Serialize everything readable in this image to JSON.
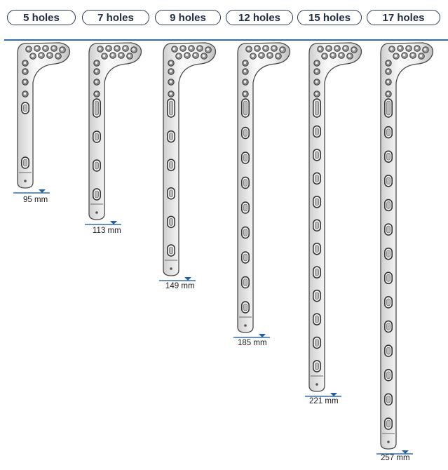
{
  "header": {
    "rule_color": "#2f6db0",
    "tabs": [
      {
        "label": "5 holes"
      },
      {
        "label": "7 holes"
      },
      {
        "label": "9 holes"
      },
      {
        "label": "12 holes"
      },
      {
        "label": "15 holes"
      },
      {
        "label": "17 holes"
      }
    ]
  },
  "plates": [
    {
      "shaft_holes": 5,
      "length_label": "95 mm"
    },
    {
      "shaft_holes": 7,
      "length_label": "113 mm"
    },
    {
      "shaft_holes": 9,
      "length_label": "149 mm"
    },
    {
      "shaft_holes": 12,
      "length_label": "185 mm"
    },
    {
      "shaft_holes": 15,
      "length_label": "221 mm"
    },
    {
      "shaft_holes": 17,
      "length_label": "257 mm"
    }
  ]
}
